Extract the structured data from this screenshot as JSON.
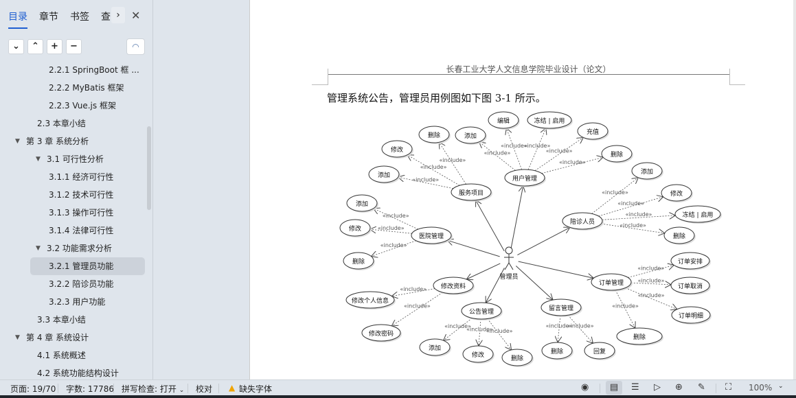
{
  "sidebar": {
    "tabs": [
      "目录",
      "章节",
      "书签",
      "查"
    ],
    "more_icon": "chevron-right-icon",
    "close_icon": "close-icon",
    "tools": [
      "⌄",
      "⌃",
      "+",
      "−"
    ],
    "toc": [
      {
        "label": "2.2.1 SpringBoot 框 ...",
        "level": 3
      },
      {
        "label": "2.2.2 MyBatis 框架",
        "level": 3
      },
      {
        "label": "2.2.3 Vue.js 框架",
        "level": 3
      },
      {
        "label": "2.3  本章小结",
        "level": 2
      },
      {
        "label": "第 3 章   系统分析",
        "level": 1,
        "expanded": true
      },
      {
        "label": "3.1  可行性分析",
        "level": 2,
        "expanded": true
      },
      {
        "label": "3.1.1  经济可行性",
        "level": 3
      },
      {
        "label": "3.1.2  技术可行性",
        "level": 3
      },
      {
        "label": "3.1.3  操作可行性",
        "level": 3
      },
      {
        "label": "3.1.4  法律可行性",
        "level": 3
      },
      {
        "label": "3.2  功能需求分析",
        "level": 2,
        "expanded": true
      },
      {
        "label": "3.2.1  管理员功能",
        "level": 3,
        "selected": true
      },
      {
        "label": "3.2.2  陪诊员功能",
        "level": 3
      },
      {
        "label": "3.2.3  用户功能",
        "level": 3
      },
      {
        "label": "3.3  本章小结",
        "level": 2
      },
      {
        "label": "第 4 章   系统设计",
        "level": 1,
        "expanded": true
      },
      {
        "label": "4.1  系统概述",
        "level": 2
      },
      {
        "label": "4.2  系统功能结构设计",
        "level": 2
      }
    ]
  },
  "page": {
    "header": "长春工业大学人文信息学院毕业设计（论文）",
    "body_text": "管理系统公告，管理员用例图如下图 3-1 所示。"
  },
  "diagram": {
    "actor": "管理员",
    "include_label": "«include»",
    "groups": [
      {
        "name": "用户管理",
        "children": [
          "编辑",
          "冻结 | 启用",
          "充值",
          "删除",
          "添加"
        ]
      },
      {
        "name": "服务项目",
        "children": [
          "删除",
          "修改",
          "添加"
        ]
      },
      {
        "name": "医院管理",
        "children": [
          "添加",
          "修改",
          "删除"
        ]
      },
      {
        "name": "陪诊人员",
        "children": [
          "添加",
          "修改",
          "冻结 | 启用",
          "删除"
        ]
      },
      {
        "name": "订单管理",
        "children": [
          "订单安排",
          "订单取消",
          "订单明细",
          "删除"
        ]
      },
      {
        "name": "留言管理",
        "children": [
          "删除",
          "回复"
        ]
      },
      {
        "name": "公告管理",
        "children": [
          "添加",
          "修改",
          "删除"
        ]
      },
      {
        "name": "修改资料",
        "children": [
          "修改个人信息",
          "修改密码"
        ]
      }
    ]
  },
  "status": {
    "page": "页面: 19/70",
    "words": "字数: 17786",
    "spell": "拼写检查: 打开",
    "proof": "校对",
    "missing_font": "缺失字体",
    "zoom": "100%"
  },
  "colors": {
    "accent": "#1f5fd1",
    "warning": "#f0a400"
  }
}
